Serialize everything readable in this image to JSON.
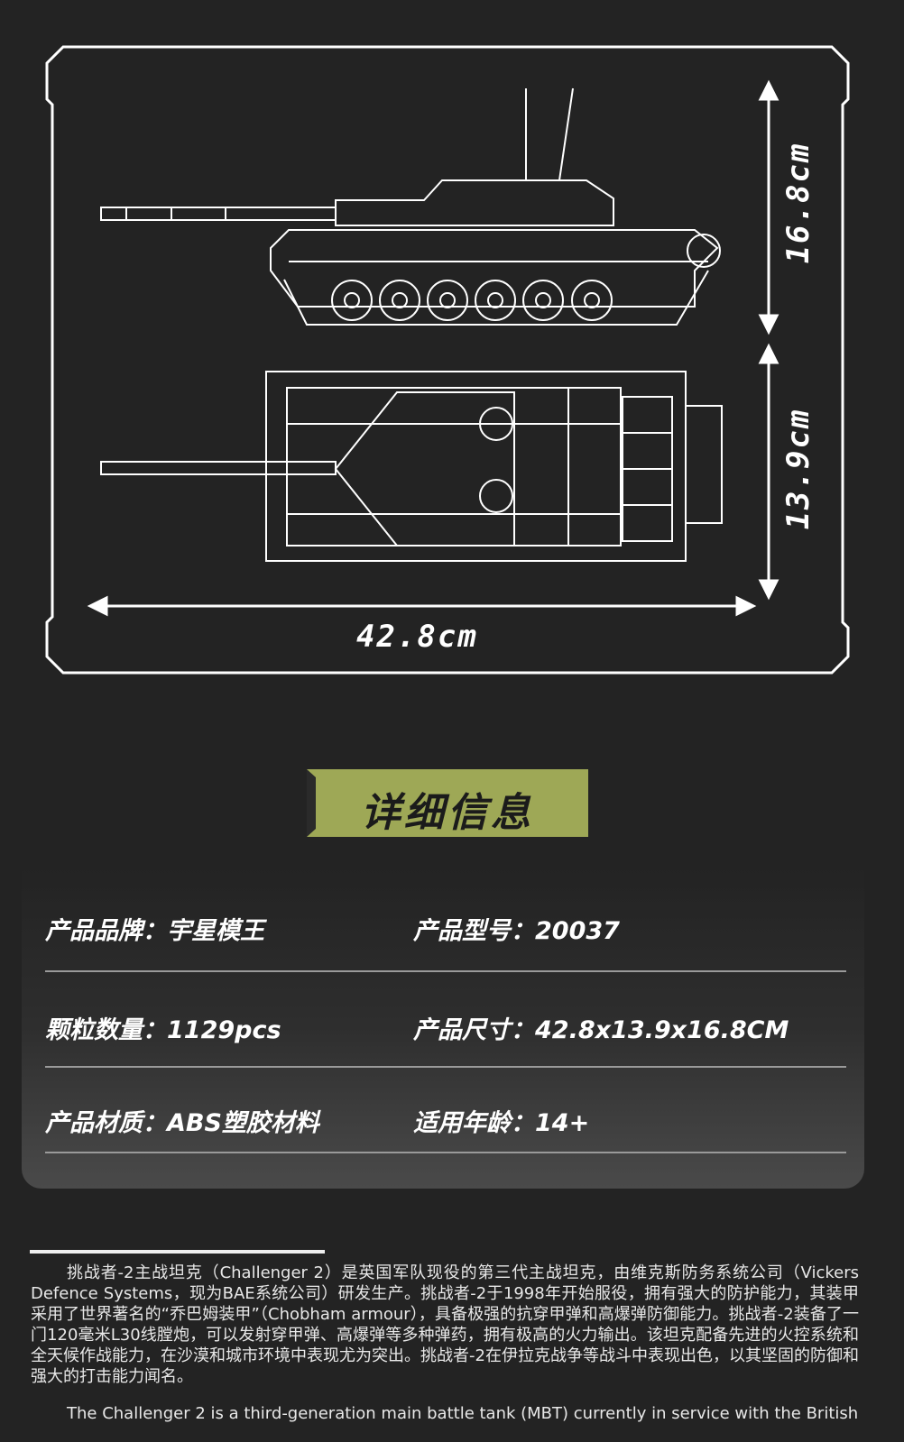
{
  "dimensions": {
    "length": "42.8cm",
    "height": "16.8cm",
    "width": "13.9cm"
  },
  "section_title": "详细信息",
  "specs": [
    {
      "label": "产品品牌：",
      "value": "宇星模王"
    },
    {
      "label": "产品型号：",
      "value": "20037"
    },
    {
      "label": "颗粒数量：",
      "value": "1129pcs"
    },
    {
      "label": "产品尺寸：",
      "value": "42.8x13.9x16.8CM"
    },
    {
      "label": "产品材质：",
      "value": "ABS塑胶材料"
    },
    {
      "label": "适用年龄：",
      "value": "14+"
    }
  ],
  "description_cn": "挑战者-2主战坦克（Challenger 2）是英国军队现役的第三代主战坦克，由维克斯防务系统公司（Vickers Defence Systems，现为BAE系统公司）研发生产。挑战者-2于1998年开始服役，拥有强大的防护能力，其装甲采用了世界著名的“乔巴姆装甲”（Chobham armour），具备极强的抗穿甲弹和高爆弹防御能力。挑战者-2装备了一门120毫米L30线膛炮，可以发射穿甲弹、高爆弹等多种弹药，拥有极高的火力输出。该坦克配备先进的火控系统和全天候作战能力，在沙漠和城市环境中表现尤为突出。挑战者-2在伊拉克战争等战斗中表现出色，以其坚固的防御和强大的打击能力闻名。",
  "description_en": "The Challenger 2 is a third-generation main battle tank (MBT) currently in service with the British",
  "colors": {
    "banner": "#9ea856",
    "background": "#232323"
  }
}
